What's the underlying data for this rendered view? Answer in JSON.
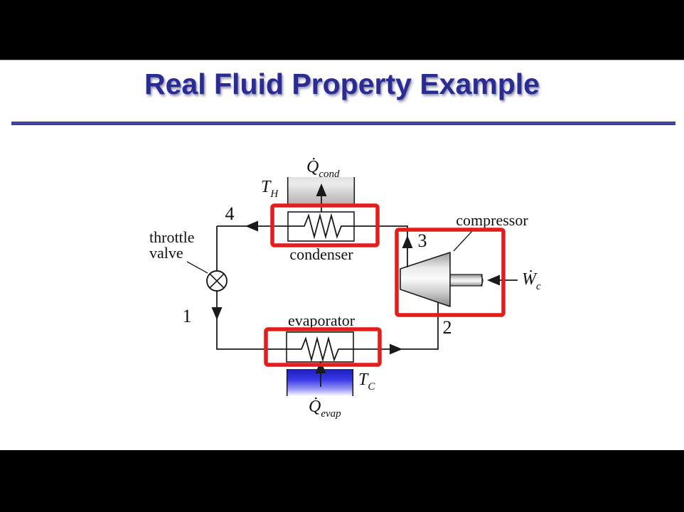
{
  "slide": {
    "title": "Real Fluid Property Example"
  },
  "diagram": {
    "component_labels": {
      "condenser": "condenser",
      "evaporator": "evaporator",
      "compressor": "compressor",
      "throttle_valve_line1": "throttle",
      "throttle_valve_line2": "valve"
    },
    "state_points": {
      "state1": "1",
      "state2": "2",
      "state3": "3",
      "state4": "4"
    },
    "heat_work_labels": {
      "q_cond": {
        "symbol": "Q̇",
        "subscript": "cond"
      },
      "q_evap": {
        "symbol": "Q̇",
        "subscript": "evap"
      },
      "t_hot": {
        "symbol": "T",
        "subscript": "H"
      },
      "t_cold": {
        "symbol": "T",
        "subscript": "C"
      },
      "w_comp": {
        "symbol": "Ẇ",
        "subscript": "c"
      }
    },
    "colors": {
      "highlight_box_red": "#e41c1c",
      "title_blue": "#2b2b94",
      "divider_purple": "#4646a8",
      "hot_reservoir_gray": "#b5b5b5",
      "cold_reservoir_blue": "#2424cc",
      "diagram_line_black": "#1a1a1a"
    }
  }
}
